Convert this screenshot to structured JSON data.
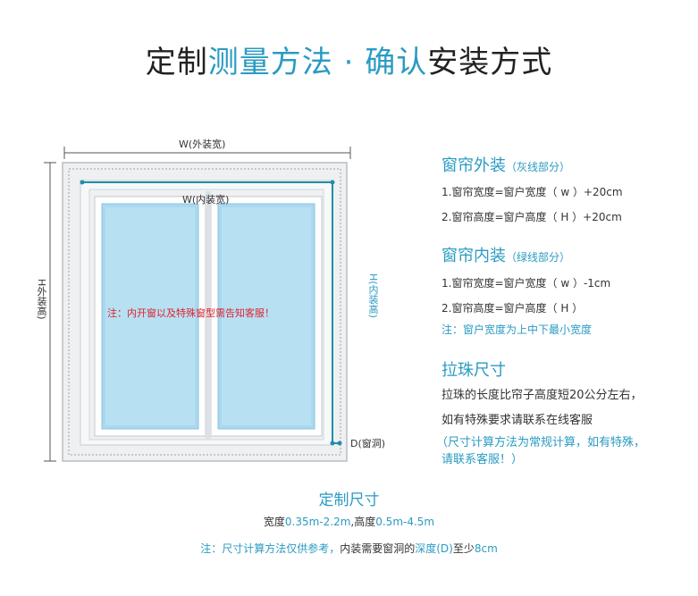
{
  "title": {
    "part1": "定制",
    "part2": "测量方法",
    "part3": " · ",
    "part4": "确认",
    "part5": "安装方式"
  },
  "diagram": {
    "outer_width_label": "W(外装宽)",
    "inner_width_label": "W(内装宽)",
    "outer_height_label": "H外装高)",
    "inner_height_label": "H(内装高)",
    "depth_label": "D(窗洞)",
    "notice": "注：内开窗以及特殊窗型需告知客服！"
  },
  "outer": {
    "heading": "窗帘外装",
    "note": "（灰线部分）",
    "line1": "1.窗帘宽度=窗户宽度（ w ）+20cm",
    "line2": "2.窗帘高度=窗户高度（ H ）+20cm"
  },
  "inner": {
    "heading": "窗帘内装",
    "note": "（绿线部分）",
    "line1": "1.窗帘宽度=窗户宽度（ w ）-1cm",
    "line2": "2.窗帘高度=窗户高度（ H ）",
    "tip": "注：窗户宽度为上中下最小宽度"
  },
  "bead": {
    "heading": "拉珠尺寸",
    "line1": "拉珠的长度比帘子高度短20公分左右，",
    "line2": "如有特殊要求请联系在线客服",
    "tip1": "（尺寸计算方法为常规计算，如有特殊，",
    "tip2": "请联系客服！）"
  },
  "custom": {
    "heading": "定制尺寸",
    "w_label": "宽度",
    "w_range": "0.35m-2.2m",
    "h_label": ",高度",
    "h_range": "0.5m-4.5m"
  },
  "footer": {
    "part1": "注：尺寸计算方法仅供参考，",
    "part2": "内装需要窗洞的",
    "part3": "深度(D)",
    "part4": "至少",
    "part5": "8cm"
  },
  "colors": {
    "accent": "#2a9bc2",
    "warning": "#e0202a",
    "glass": "#a9d8ef",
    "frame": "#e9ecef"
  }
}
